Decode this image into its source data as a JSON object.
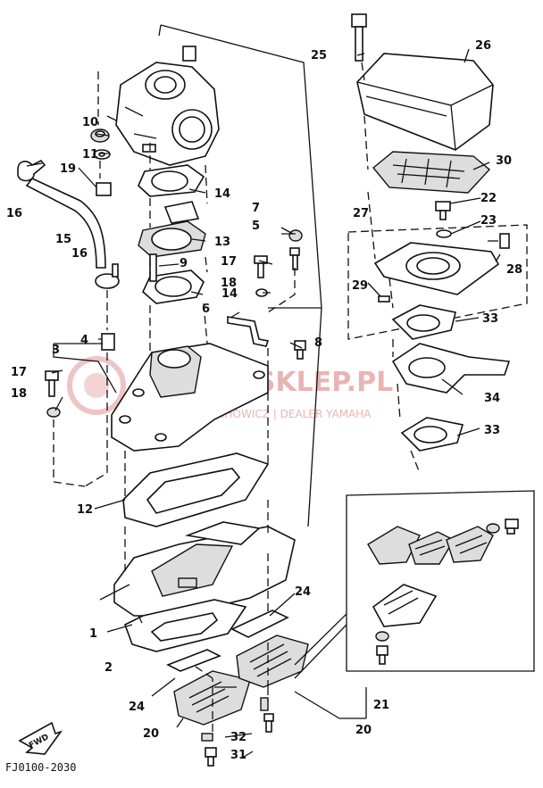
{
  "diagram": {
    "code": "FJ0100-2030",
    "watermark": {
      "main": "AMA-SKLEP.PL",
      "sub": "IECHOWICZ | DEALER YAMAHA"
    },
    "fwd_label": "FWD",
    "callouts": [
      "1",
      "2",
      "3",
      "4",
      "5",
      "6",
      "7",
      "8",
      "9",
      "10",
      "11",
      "12",
      "13",
      "14",
      "14",
      "15",
      "16",
      "16",
      "17",
      "17",
      "18",
      "18",
      "19",
      "20",
      "20",
      "21",
      "22",
      "23",
      "24",
      "24",
      "25",
      "26",
      "27",
      "28",
      "29",
      "30",
      "31",
      "32",
      "33",
      "33",
      "34"
    ]
  }
}
